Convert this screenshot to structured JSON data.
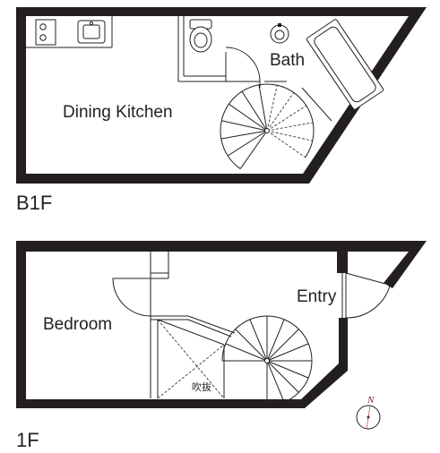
{
  "floors": {
    "b1f": {
      "label": "B1F",
      "rooms": {
        "dining_kitchen": "Dining Kitchen",
        "bath": "Bath"
      }
    },
    "f1": {
      "label": "1F",
      "rooms": {
        "bedroom": "Bedroom",
        "entry": "Entry",
        "void": "吹抜"
      }
    }
  },
  "compass": {
    "label": "N"
  },
  "colors": {
    "wall": "#231f20",
    "compass_needle": "#c0392b",
    "background": "#ffffff"
  }
}
